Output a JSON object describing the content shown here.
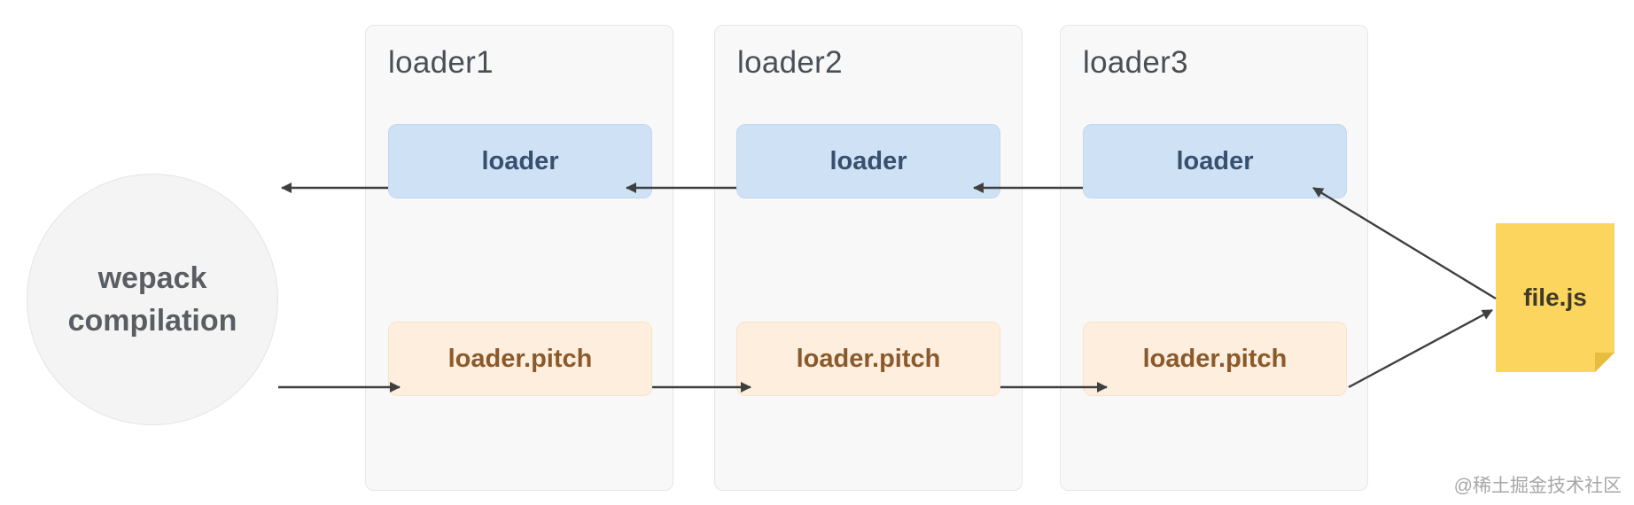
{
  "columns": [
    {
      "title": "loader1",
      "normal_label": "loader",
      "pitch_label": "loader.pitch"
    },
    {
      "title": "loader2",
      "normal_label": "loader",
      "pitch_label": "loader.pitch"
    },
    {
      "title": "loader3",
      "normal_label": "loader",
      "pitch_label": "loader.pitch"
    }
  ],
  "compilation": {
    "line1": "wepack",
    "line2": "compilation"
  },
  "file": {
    "label": "file.js"
  },
  "watermark": "@稀土掘金技术社区",
  "colors": {
    "normal_fill": "#cfe1f4",
    "normal_text": "#38506f",
    "pitch_fill": "#fdeedd",
    "pitch_text": "#8a5a2c",
    "file_fill": "#fbd55e",
    "arrow": "#3f3f3f"
  }
}
